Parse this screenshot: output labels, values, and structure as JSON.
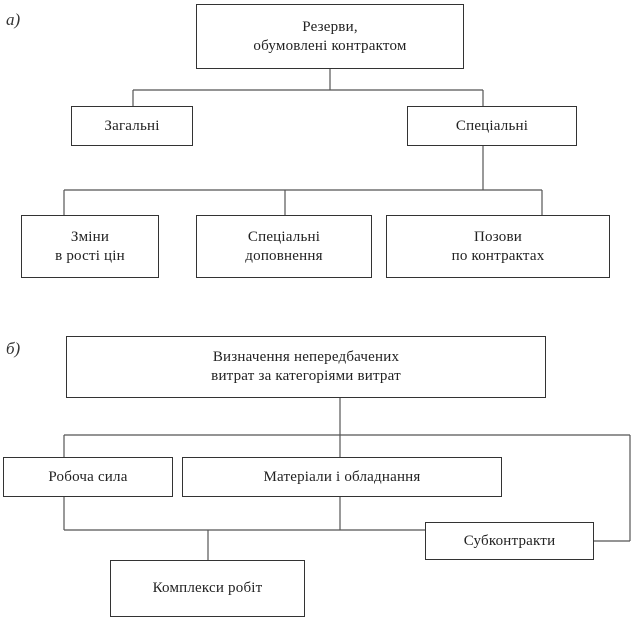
{
  "diagram_a": {
    "tag": "а)",
    "root": {
      "line1": "Резерви,",
      "line2": "обумовлені контрактом"
    },
    "general": "Загальні",
    "special": "Спеціальні",
    "price_changes": {
      "line1": "Зміни",
      "line2": "в рості цін"
    },
    "special_additions": {
      "line1": "Спеціальні",
      "line2": "доповнення"
    },
    "claims": {
      "line1": "Позови",
      "line2": "по контрактах"
    }
  },
  "diagram_b": {
    "tag": "б)",
    "root": {
      "line1": "Визначення непередбачених",
      "line2": "витрат за категоріями витрат"
    },
    "labor": "Робоча сила",
    "materials": "Матеріали і обладнання",
    "subcontracts": "Субконтракти",
    "work_packages": "Комплекси робіт"
  }
}
